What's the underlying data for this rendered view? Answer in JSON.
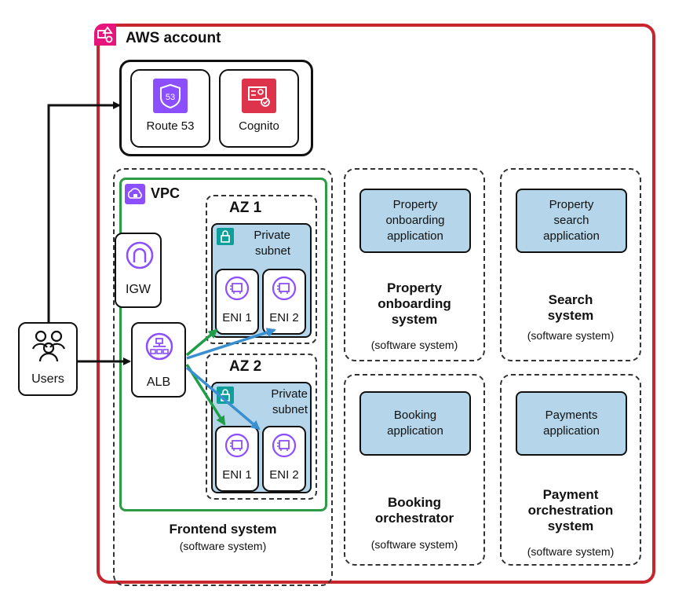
{
  "aws_account": {
    "title": "AWS account"
  },
  "edge_services": {
    "route53": {
      "label": "Route 53",
      "icon_text": "53"
    },
    "cognito": {
      "label": "Cognito"
    }
  },
  "users": {
    "label": "Users"
  },
  "frontend": {
    "vpc_label": "VPC",
    "igw_label": "IGW",
    "alb_label": "ALB",
    "azs": [
      {
        "title": "AZ 1",
        "subnet_label": "Private\nsubnet",
        "enis": [
          "ENI 1",
          "ENI 2"
        ]
      },
      {
        "title": "AZ 2",
        "subnet_label": "Private\nsubnet",
        "enis": [
          "ENI 1",
          "ENI 2"
        ]
      }
    ],
    "system_name": "Frontend system",
    "system_type": "(software system)"
  },
  "systems": [
    {
      "app": "Property\nonboarding\napplication",
      "name": "Property\nonboarding\nsystem",
      "type": "(software system)"
    },
    {
      "app": "Property\nsearch\napplication",
      "name": "Search\nsystem",
      "type": "(software system)"
    },
    {
      "app": "Booking\napplication",
      "name": "Booking\norchestrator",
      "type": "(software system)"
    },
    {
      "app": "Payments\napplication",
      "name": "Payment\norchestration\nsystem",
      "type": "(software system)"
    }
  ],
  "colors": {
    "aws_account_border": "#c7262e",
    "aws_badge": "#e7157b",
    "vpc_border": "#2e9b46",
    "route53_icon": "#8c4fff",
    "cognito_icon": "#dd344c",
    "subnet_fill": "#b5d6ea",
    "subnet_badge": "#0e9f9a",
    "green_arrow": "#1f9d48",
    "blue_arrow": "#3a8fd0",
    "endpoint_purple": "#8c4fff"
  },
  "icons": [
    "aws-account-icon",
    "route53-icon",
    "cognito-icon",
    "vpc-icon",
    "igw-icon",
    "alb-icon",
    "private-subnet-lock-icon",
    "eni-icon",
    "users-icon"
  ]
}
